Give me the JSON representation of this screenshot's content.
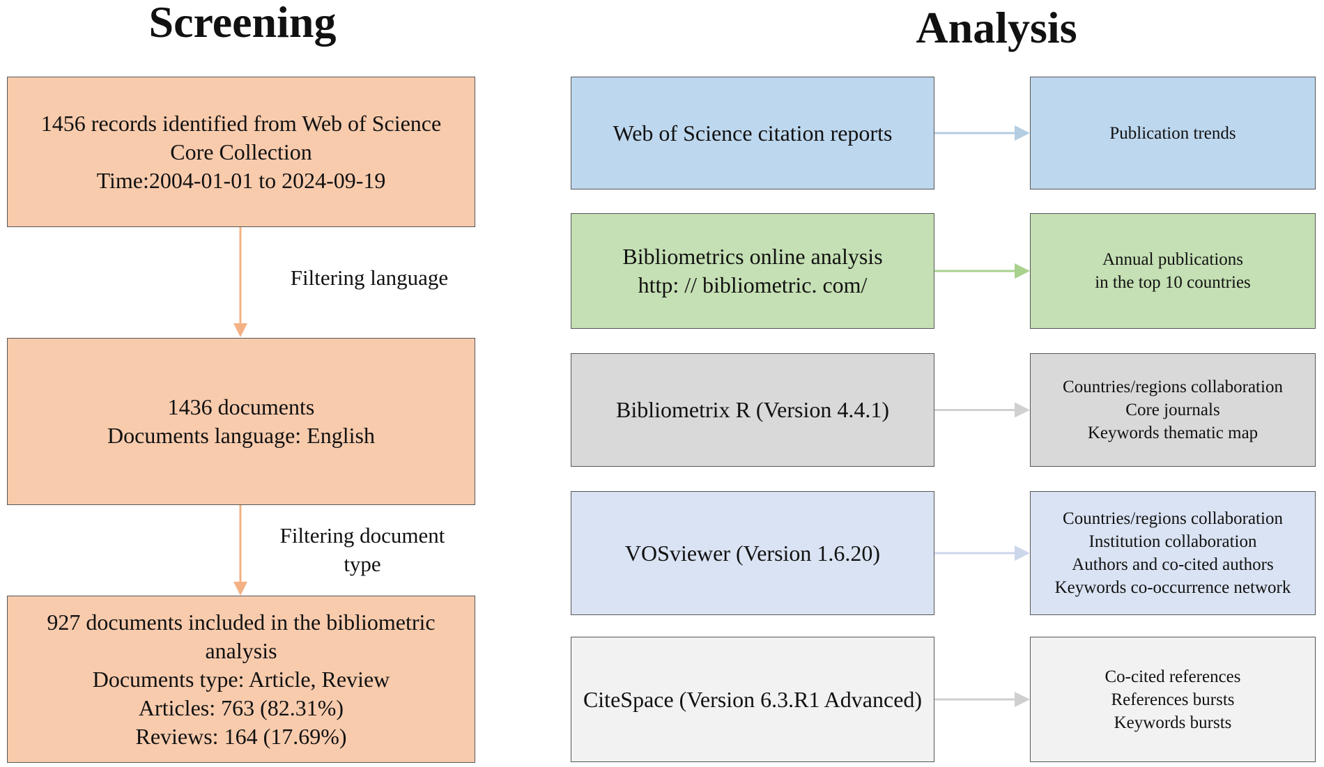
{
  "headings": {
    "screening": "Screening",
    "analysis": "Analysis"
  },
  "screening": {
    "box1": [
      "1456 records identified from Web of Science",
      "Core Collection",
      "Time:2004-01-01 to 2024-09-19"
    ],
    "step1_label": "Filtering language",
    "box2": [
      "1436 documents",
      "Documents language: English"
    ],
    "step2_label": [
      "Filtering document",
      "type"
    ],
    "box3": [
      "927 documents included in the bibliometric",
      "analysis",
      "Documents type: Article, Review",
      "Articles: 763 (82.31%)",
      "Reviews: 164 (17.69%)"
    ]
  },
  "analysis": {
    "rows": [
      {
        "tool": [
          "Web of Science citation reports"
        ],
        "output": [
          "Publication trends"
        ],
        "color": "#bdd7ee",
        "arrow": "#b4cde3"
      },
      {
        "tool": [
          "Bibliometrics online analysis",
          "http: // bibliometric. com/"
        ],
        "output": [
          "Annual publications",
          "in the top 10 countries"
        ],
        "color": "#c5e0b4",
        "arrow": "#a9d18e"
      },
      {
        "tool": [
          "Bibliometrix R (Version 4.4.1)"
        ],
        "output": [
          "Countries/regions collaboration",
          "Core journals",
          "Keywords thematic map"
        ],
        "color": "#d9d9d9",
        "arrow": "#d0d0d0"
      },
      {
        "tool": [
          "VOSviewer (Version 1.6.20)"
        ],
        "output": [
          "Countries/regions collaboration",
          "Institution collaboration",
          "Authors and co-cited authors",
          "Keywords co-occurrence network"
        ],
        "color": "#dae3f3",
        "arrow": "#ccd6ea"
      },
      {
        "tool": [
          "CiteSpace (Version 6.3.R1 Advanced)"
        ],
        "output": [
          "Co-cited references",
          "References bursts",
          "Keywords bursts"
        ],
        "color": "#f2f2f2",
        "arrow": "#cfcfcf"
      }
    ]
  },
  "colors": {
    "screening_box": "#f8cbad",
    "screening_arrow": "#f4b183",
    "border": "#555555"
  }
}
